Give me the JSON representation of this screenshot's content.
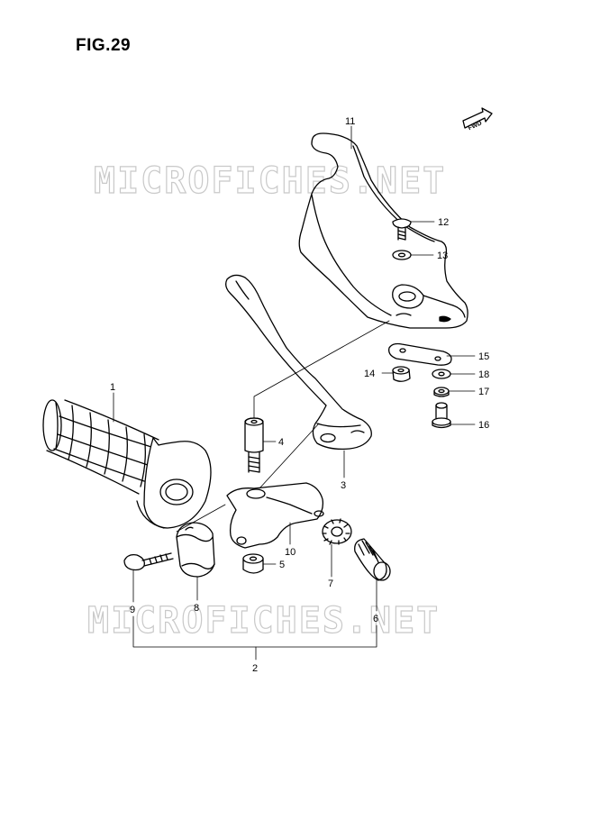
{
  "figure": {
    "title": "FIG.29"
  },
  "watermark": {
    "text": "MICROFICHES.NET"
  },
  "badge": {
    "text": "FWD"
  },
  "callouts": [
    "1",
    "2",
    "3",
    "4",
    "5",
    "6",
    "7",
    "8",
    "9",
    "10",
    "11",
    "12",
    "13",
    "14",
    "15",
    "16",
    "17",
    "18"
  ]
}
